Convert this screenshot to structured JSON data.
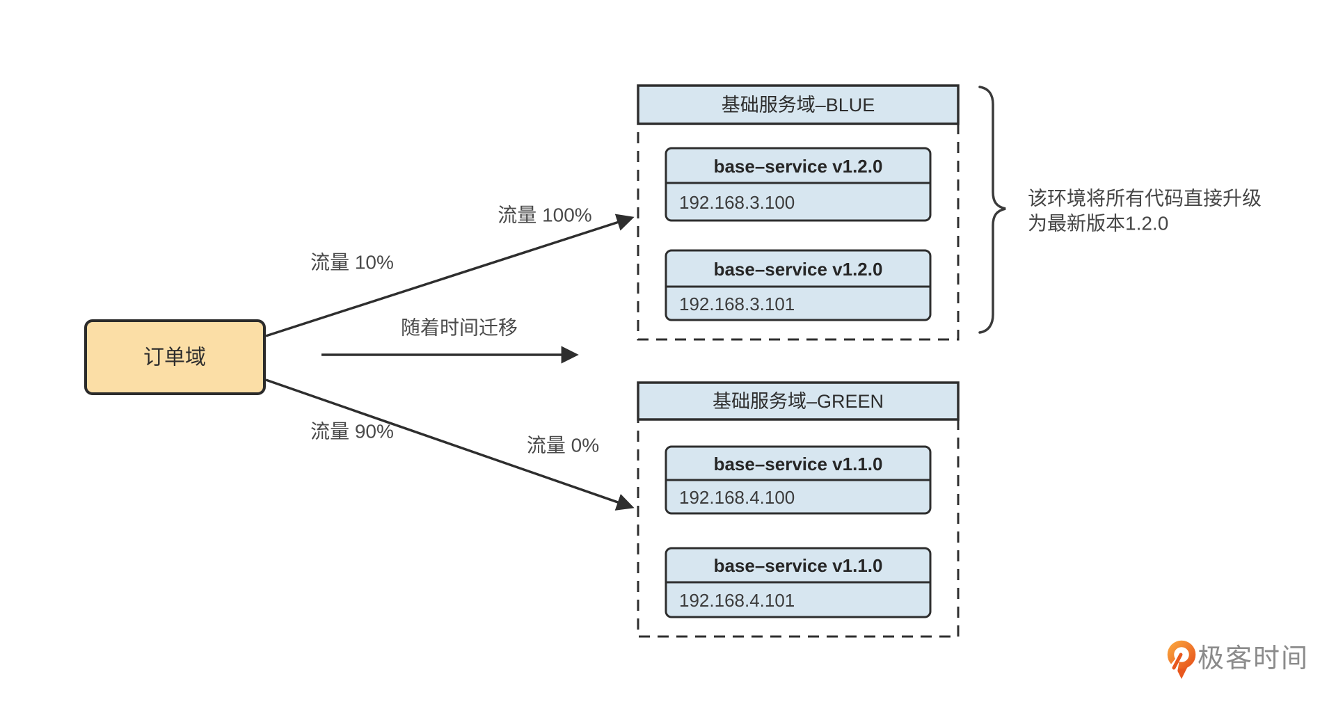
{
  "colors": {
    "node_fill_blue": "#d7e6f0",
    "order_fill_orange": "#fbdea6",
    "border_dark": "#2e2e2e",
    "logo_orange_light": "#f9a13c",
    "logo_orange_dark": "#e8581e",
    "logo_text_gray": "#8b8b8b"
  },
  "order_domain": {
    "label": "订单域"
  },
  "edges": {
    "to_blue": {
      "label_near": "流量 10%",
      "label_far": "流量 100%"
    },
    "time": {
      "label": "随着时间迁移"
    },
    "to_green": {
      "label_near": "流量 90%",
      "label_far": "流量 0%"
    }
  },
  "clusters": {
    "blue": {
      "title": "基础服务域–BLUE",
      "nodes": [
        {
          "name": "base–service v1.2.0",
          "ip": "192.168.3.100"
        },
        {
          "name": "base–service v1.2.0",
          "ip": "192.168.3.101"
        }
      ]
    },
    "green": {
      "title": "基础服务域–GREEN",
      "nodes": [
        {
          "name": "base–service v1.1.0",
          "ip": "192.168.4.100"
        },
        {
          "name": "base–service v1.1.0",
          "ip": "192.168.4.101"
        }
      ]
    }
  },
  "annotation": {
    "line1": "该环境将所有代码直接升级",
    "line2": "为最新版本1.2.0"
  },
  "logo": {
    "text": "极客时间"
  }
}
